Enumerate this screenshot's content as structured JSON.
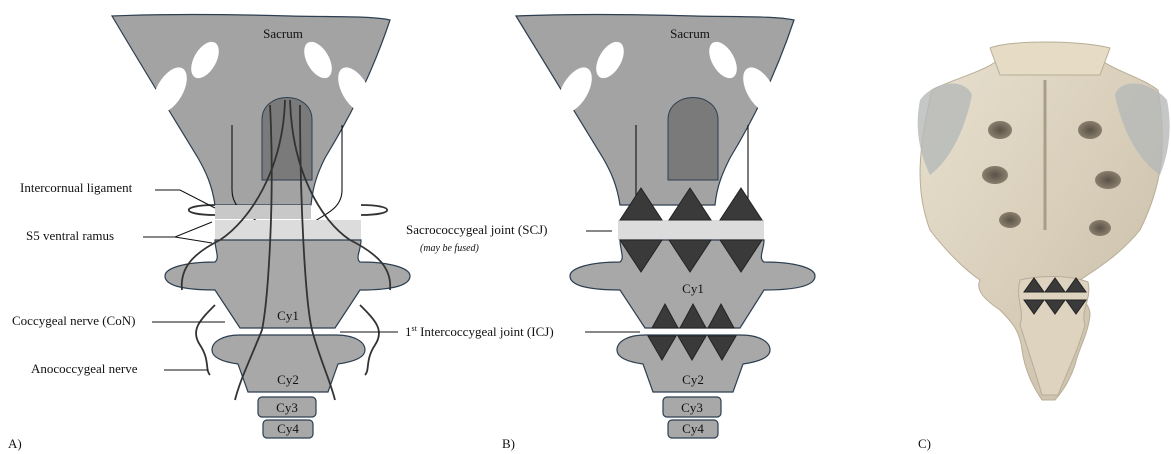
{
  "panel_a": {
    "sacrum": "Sacrum",
    "intercornual": "Intercornual ligament",
    "s5": "S5 ventral ramus",
    "coccygeal_nerve": "Coccygeal nerve (CoN)",
    "anococcygeal": "Anococcygeal nerve",
    "cy1": "Cy1",
    "cy2": "Cy2",
    "cy3": "Cy3",
    "cy4": "Cy4",
    "label": "A)"
  },
  "panel_b": {
    "sacrum": "Sacrum",
    "scj": "Sacrococcygeal joint (SCJ)",
    "scj_note": "(may be fused)",
    "icj_prefix": "1",
    "icj_sup": "st",
    "icj_rest": " Intercoccygeal joint (ICJ)",
    "cy1": "Cy1",
    "cy2": "Cy2",
    "cy3": "Cy3",
    "cy4": "Cy4",
    "label": "B)"
  },
  "panel_c": {
    "label": "C)"
  }
}
